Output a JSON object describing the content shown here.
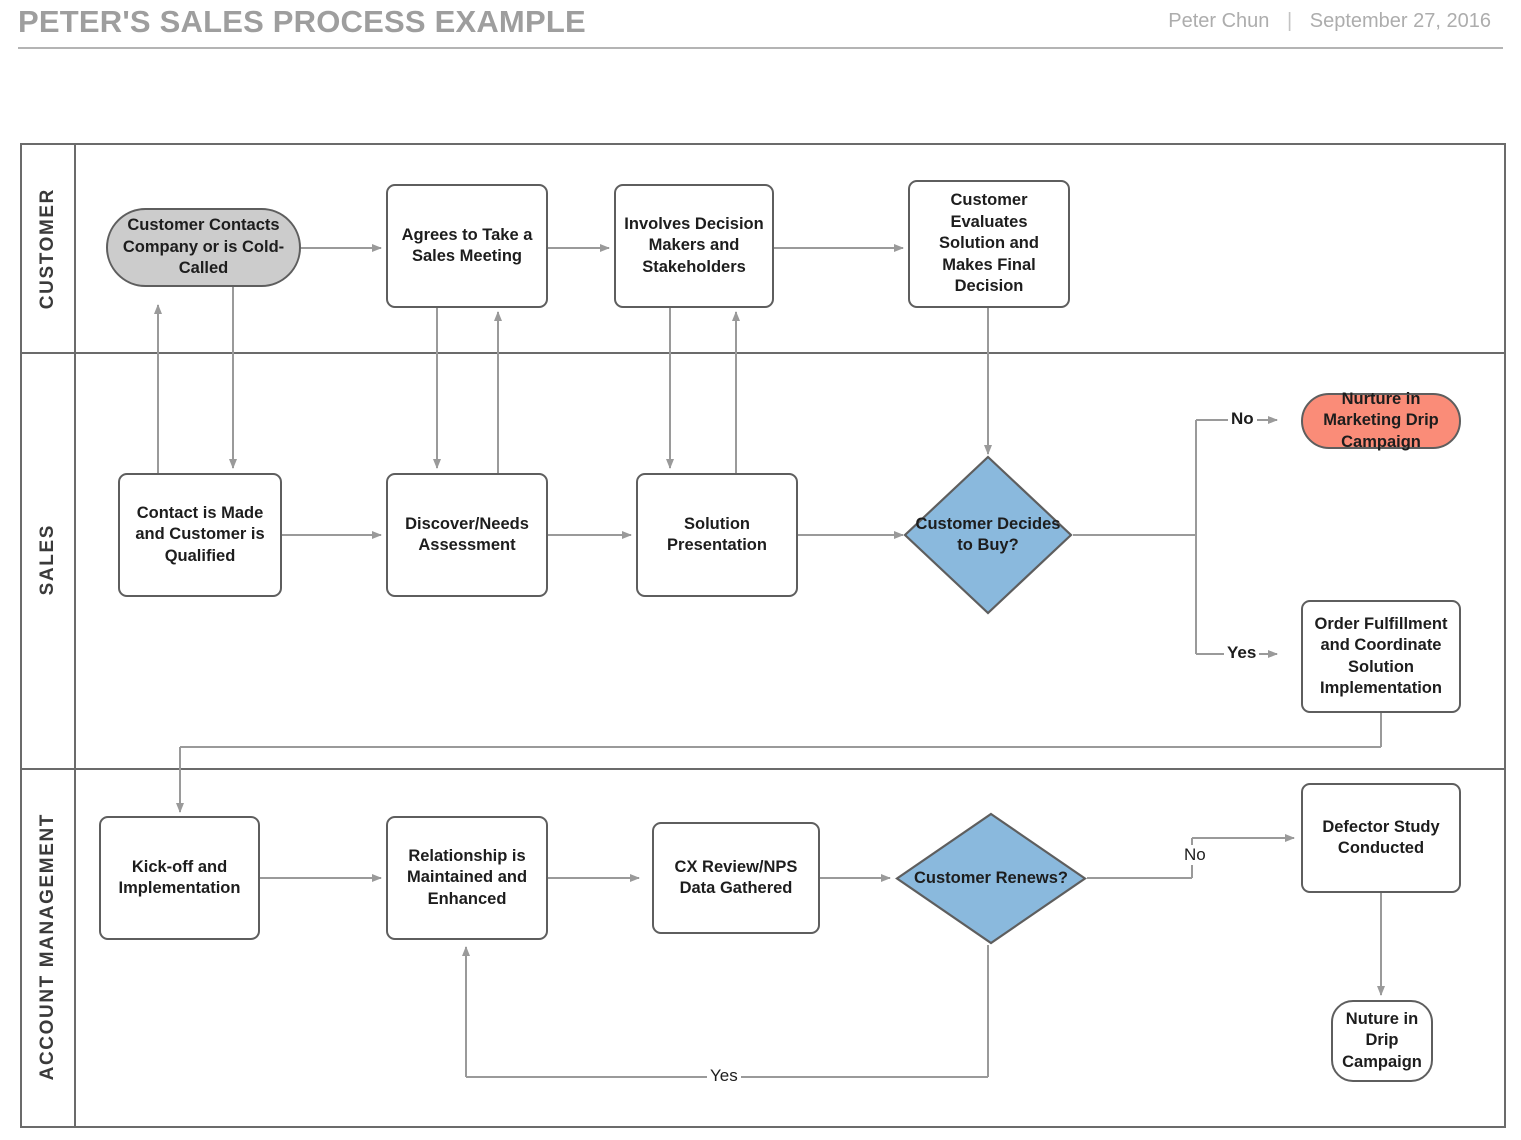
{
  "header": {
    "title": "PETER'S SALES PROCESS EXAMPLE",
    "author": "Peter Chun",
    "separator": "|",
    "date": "September 27, 2016"
  },
  "lanes": [
    {
      "label": "CUSTOMER"
    },
    {
      "label": "SALES"
    },
    {
      "label": "ACCOUNT MANAGEMENT"
    }
  ],
  "nodes": {
    "customer_contacts": "Customer Contacts Company or is Cold-Called",
    "agrees_meeting": "Agrees to Take a Sales Meeting",
    "involves_decision": "Involves Decision Makers and Stakeholders",
    "customer_evaluates": "Customer Evaluates Solution and Makes Final Decision",
    "contact_made": "Contact is Made and Customer is Qualified",
    "discover_needs": "Discover/Needs Assessment",
    "solution_presentation": "Solution Presentation",
    "customer_decides": "Customer Decides to Buy?",
    "nurture_marketing": "Nurture in Marketing Drip Campaign",
    "order_fulfillment": "Order Fulfillment and Coordinate Solution Implementation",
    "kickoff": "Kick-off and Implementation",
    "relationship": "Relationship is Maintained and Enhanced",
    "cx_review": "CX Review/NPS Data Gathered",
    "customer_renews": "Customer Renews?",
    "defector_study": "Defector Study Conducted",
    "nuture_drip": "Nuture in Drip Campaign"
  },
  "edge_labels": {
    "buy_no": "No",
    "buy_yes": "Yes",
    "renew_no": "No",
    "renew_yes": "Yes"
  },
  "colors": {
    "terminator_gray": "#cccccc",
    "terminator_salmon": "#fa8c78",
    "decision_blue": "#8ab9dd",
    "node_border": "#5e5e5e",
    "lane_border": "#6b6b6b",
    "connector": "#9a9a9a",
    "header_text": "#9e9e9e",
    "header_meta": "#adadad"
  }
}
